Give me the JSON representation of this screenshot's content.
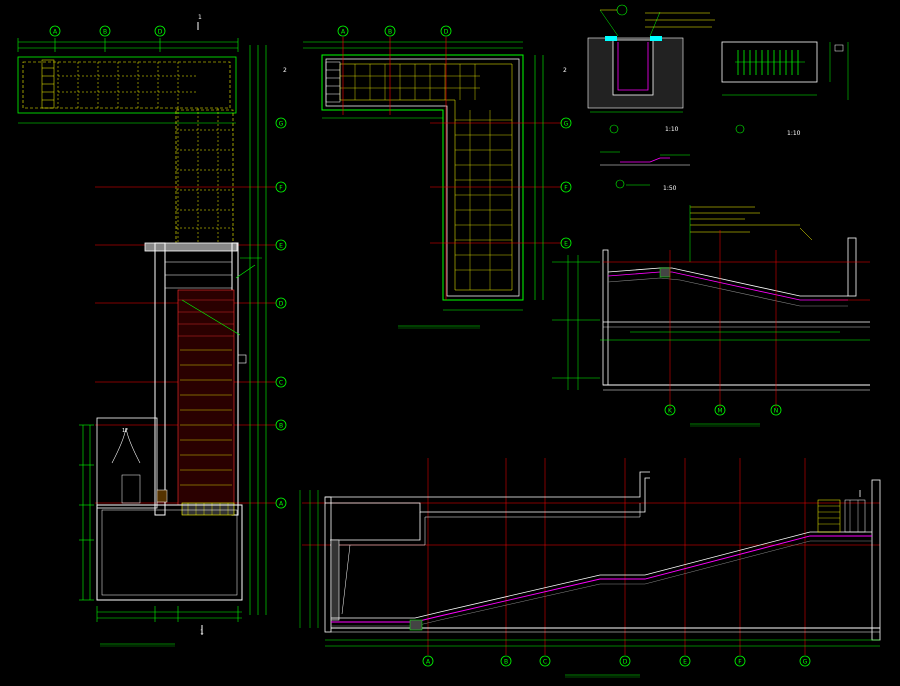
{
  "colors": {
    "bg": "#000000",
    "line": "#00ff00",
    "wall": "#ffffff",
    "axis": "#ff0000",
    "dash": "#ffff00",
    "note": "#00ffff",
    "magenta": "#ff00ff",
    "hatch": "#ff3030",
    "dim": "#c8c8c8"
  },
  "grids": {
    "plan_left_top": [
      "A",
      "B",
      "D"
    ],
    "plan_mid_top": [
      "A",
      "B",
      "D"
    ],
    "plan_left_right": [
      "G",
      "F",
      "E",
      "D",
      "C",
      "B",
      "A"
    ],
    "plan_mid_right": [
      "G",
      "F",
      "E"
    ],
    "section_right": [
      "K",
      "M",
      "N"
    ],
    "section_bottom": [
      "A",
      "B",
      "C",
      "D",
      "E",
      "F",
      "G"
    ]
  },
  "detail_scales": {
    "detail_1": "1:10",
    "detail_2": "1:10",
    "detail_3": "1:50"
  },
  "labels": {
    "sheet_mark_top": "1",
    "sheet_mark_bottom": "1",
    "gate": "1F",
    "section_mark_2": "2"
  }
}
